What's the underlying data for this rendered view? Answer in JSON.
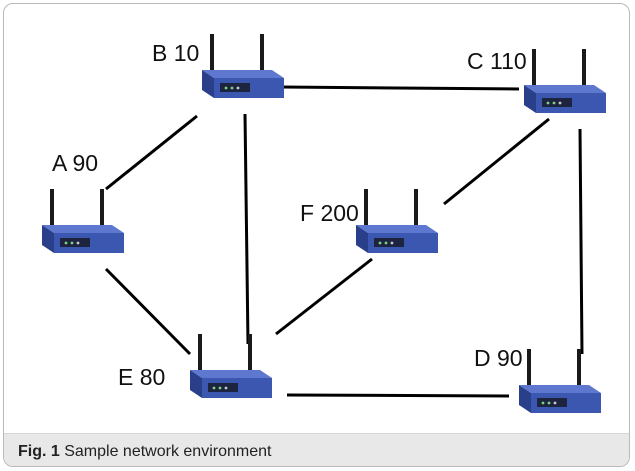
{
  "figure": {
    "caption_label": "Fig. 1",
    "caption_text": "Sample network environment"
  },
  "nodes": [
    {
      "id": "A",
      "label": "A 90",
      "name": "A",
      "value": 90
    },
    {
      "id": "B",
      "label": "B 10",
      "name": "B",
      "value": 10
    },
    {
      "id": "C",
      "label": "C 110",
      "name": "C",
      "value": 110
    },
    {
      "id": "D",
      "label": "D 90",
      "name": "D",
      "value": 90
    },
    {
      "id": "E",
      "label": "E 80",
      "name": "E",
      "value": 80
    },
    {
      "id": "F",
      "label": "F 200",
      "name": "F",
      "value": 200
    }
  ],
  "edges": [
    [
      "A",
      "B"
    ],
    [
      "A",
      "E"
    ],
    [
      "B",
      "C"
    ],
    [
      "B",
      "E"
    ],
    [
      "C",
      "F"
    ],
    [
      "C",
      "D"
    ],
    [
      "E",
      "F"
    ],
    [
      "E",
      "D"
    ]
  ],
  "colors": {
    "router_body": "#3c57b0",
    "router_top": "#5f78cf",
    "link_line": "#000000",
    "caption_background": "#e8e8e8"
  },
  "icon": "wireless-router-icon"
}
